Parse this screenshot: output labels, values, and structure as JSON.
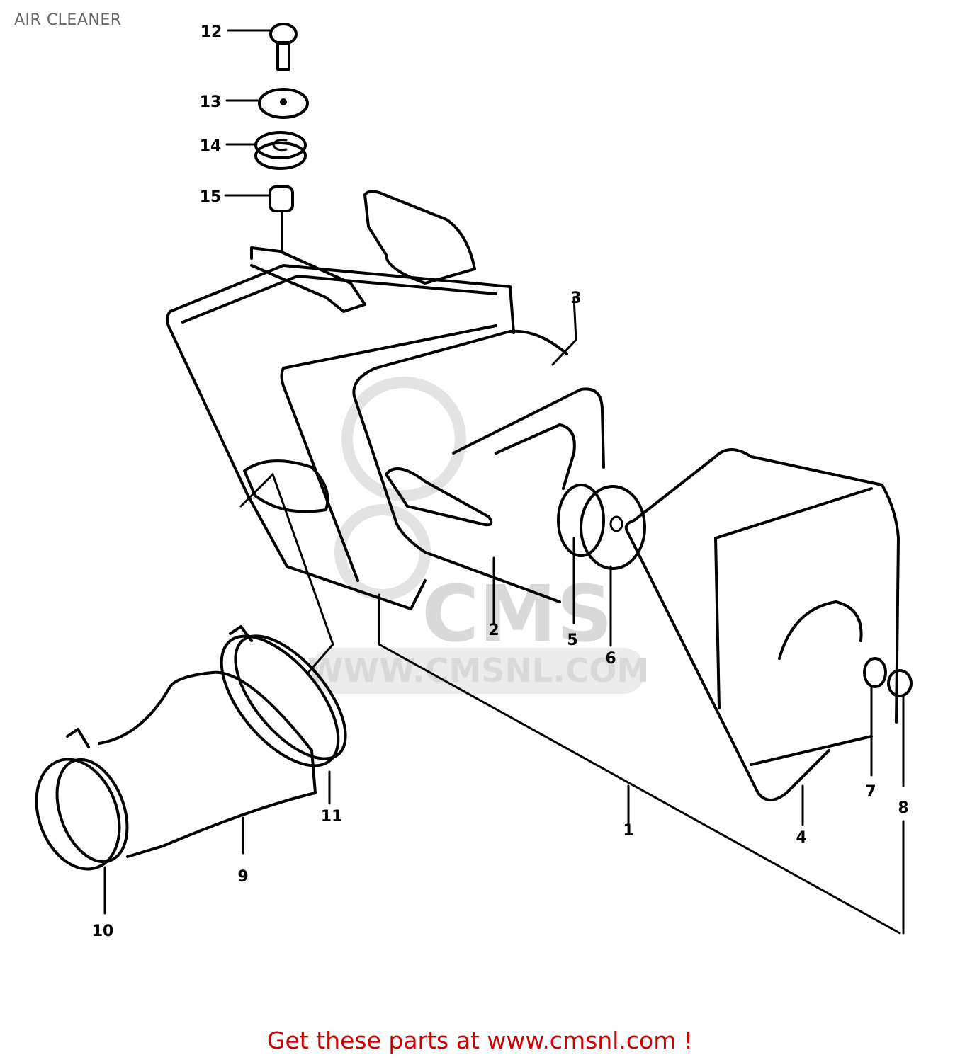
{
  "header": {
    "title": "AIR CLEANER"
  },
  "footer": {
    "text": "Get these parts at www.cmsnl.com !"
  },
  "watermark": {
    "logo": "CMS",
    "url": "WWW.CMSNL.COM"
  },
  "colors": {
    "title": "#666666",
    "footer": "#cc0000",
    "line": "#000000",
    "watermark": "#d9d9d9"
  },
  "callouts": [
    {
      "id": "1",
      "label": "1"
    },
    {
      "id": "2",
      "label": "2"
    },
    {
      "id": "3",
      "label": "3"
    },
    {
      "id": "4",
      "label": "4"
    },
    {
      "id": "5",
      "label": "5"
    },
    {
      "id": "6",
      "label": "6"
    },
    {
      "id": "7",
      "label": "7"
    },
    {
      "id": "8",
      "label": "8"
    },
    {
      "id": "9",
      "label": "9"
    },
    {
      "id": "10",
      "label": "10"
    },
    {
      "id": "11",
      "label": "11"
    },
    {
      "id": "12",
      "label": "12"
    },
    {
      "id": "13",
      "label": "13"
    },
    {
      "id": "14",
      "label": "14"
    },
    {
      "id": "15",
      "label": "15"
    }
  ]
}
